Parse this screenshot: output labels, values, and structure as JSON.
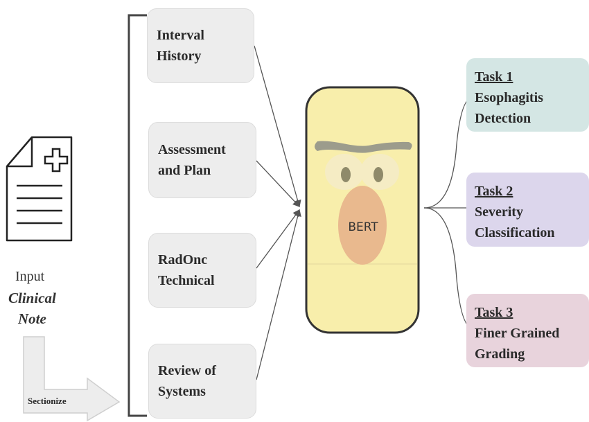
{
  "input": {
    "line1": "Input",
    "line2": "Clinical",
    "line3": "Note",
    "arrow_label": "Sectionize"
  },
  "sections": [
    {
      "line1": "Interval",
      "line2": "History"
    },
    {
      "line1": "Assessment",
      "line2": "and Plan"
    },
    {
      "line1": "RadOnc",
      "line2": "Technical"
    },
    {
      "line1": "Review of",
      "line2": "Systems"
    }
  ],
  "model": {
    "label": "BERT"
  },
  "tasks": [
    {
      "title": "Task 1",
      "line1": "Esophagitis",
      "line2": "Detection",
      "color": "#d4e6e4"
    },
    {
      "title": "Task 2",
      "line1": "Severity",
      "line2": "Classification",
      "color": "#dcd6ec"
    },
    {
      "title": "Task 3",
      "line1": "Finer Grained",
      "line2": "Grading",
      "color": "#e8d3dc"
    }
  ],
  "colors": {
    "section_box": "#ededed",
    "bert_body": "#f8eeab",
    "bert_nose": "#e9b98e",
    "bert_brow": "#9c9c8c"
  }
}
